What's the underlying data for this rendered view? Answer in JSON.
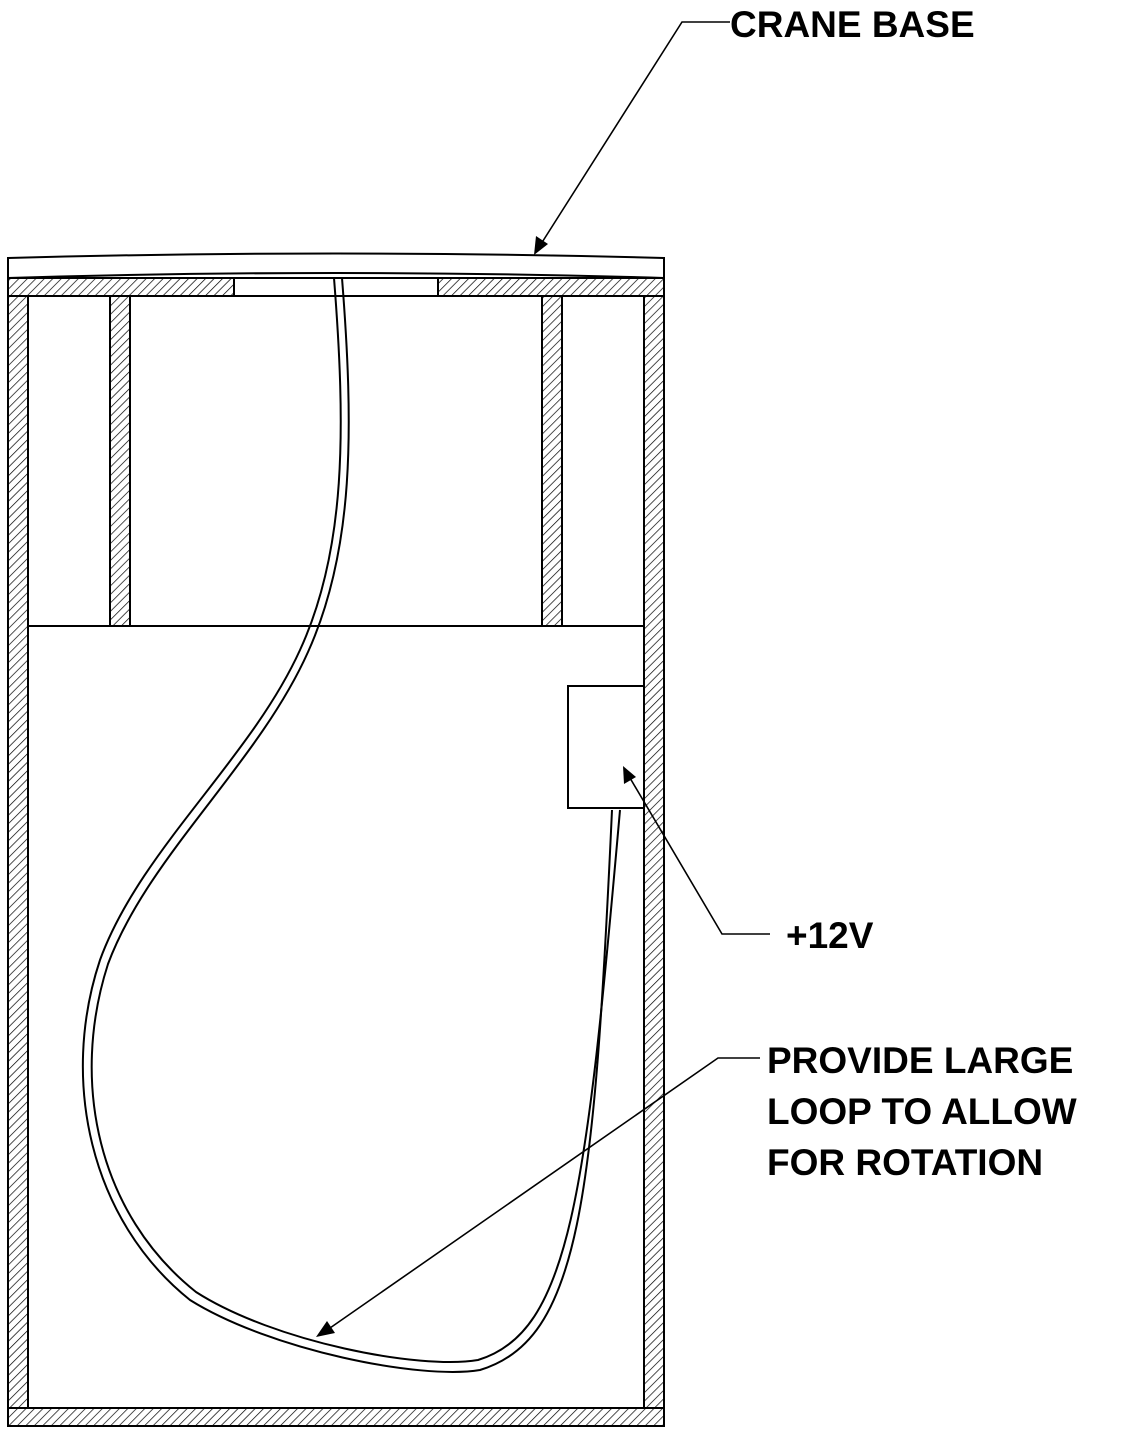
{
  "callouts": {
    "crane_base": "CRANE BASE",
    "power": "+12V",
    "loop_note": {
      "line1": "PROVIDE LARGE",
      "line2": "LOOP TO ALLOW",
      "line3": "FOR ROTATION"
    }
  },
  "colors": {
    "line": "#000000",
    "background": "#ffffff"
  }
}
